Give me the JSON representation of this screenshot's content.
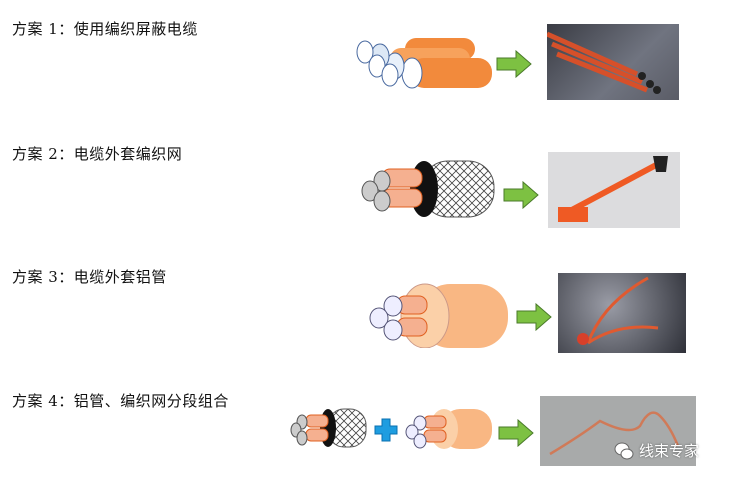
{
  "schemes": [
    {
      "label": "方案 1：使用编织屏蔽电缆",
      "cable_icon": "braided-shield-cable-icon",
      "photo": "braided-harness-photo"
    },
    {
      "label": "方案 2：电缆外套编织网",
      "cable_icon": "cable-with-braid-sleeve-icon",
      "photo": "braid-sleeved-harness-photo"
    },
    {
      "label": "方案 3：电缆外套铝管",
      "cable_icon": "cable-in-aluminum-tube-icon",
      "photo": "aluminum-tube-harness-photo"
    },
    {
      "label": "方案 4：铝管、编织网分段组合",
      "cable_icon": "braid-plus-tube-combo-icon",
      "photo": "combined-harness-photo"
    }
  ],
  "watermark": {
    "text": "线束专家",
    "icon": "wechat-icon"
  },
  "colors": {
    "arrow_green": "#7dc142",
    "arrow_border": "#4a7a2a",
    "plus_blue": "#1e9de0",
    "cable_orange": "#f28a3c",
    "sheath_light": "#fbd0a8"
  }
}
